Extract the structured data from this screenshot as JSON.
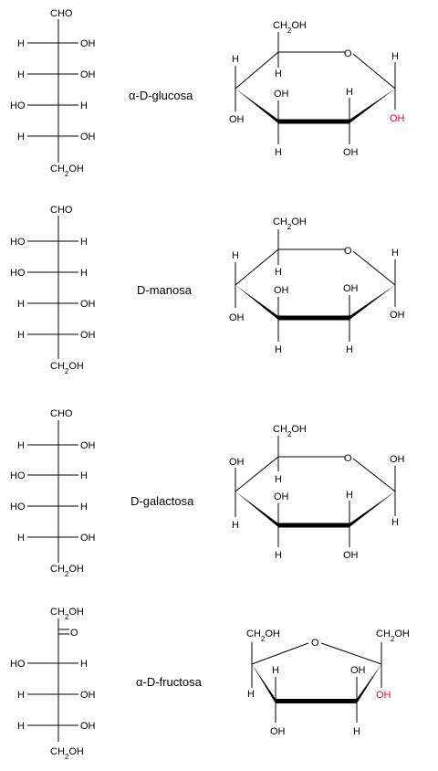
{
  "colors": {
    "ink": "#000000",
    "highlight": "#c8102e",
    "background": "#ffffff"
  },
  "sugars": [
    {
      "name": "α-D-glucosa",
      "fischer": {
        "top": "CHO",
        "rows": [
          [
            "H",
            "OH"
          ],
          [
            "H",
            "OH"
          ],
          [
            "HO",
            "H"
          ],
          [
            "H",
            "OH"
          ]
        ],
        "bottom": "CH2OH"
      },
      "ring": {
        "ring_oxygen": "O",
        "c6_group": "CH2OH",
        "c5_sub": "H",
        "c4_up": "H",
        "c4_down": "OH",
        "c3_up": "OH",
        "c3_down": "H",
        "c2_up": "H",
        "c2_down": "OH",
        "c1_up": "H",
        "c1_down": "OH",
        "c1_down_highlight": true
      }
    },
    {
      "name": "D-manosa",
      "fischer": {
        "top": "CHO",
        "rows": [
          [
            "HO",
            "H"
          ],
          [
            "HO",
            "H"
          ],
          [
            "H",
            "OH"
          ],
          [
            "H",
            "OH"
          ]
        ],
        "bottom": "CH2OH"
      },
      "ring": {
        "ring_oxygen": "O",
        "c6_group": "CH2OH",
        "c5_sub": "H",
        "c4_up": "H",
        "c4_down": "OH",
        "c3_up": "OH",
        "c3_down": "H",
        "c2_up": "OH",
        "c2_down": "H",
        "c1_up": "H",
        "c1_down": "OH",
        "c1_down_highlight": false
      }
    },
    {
      "name": "D-galactosa",
      "fischer": {
        "top": "CHO",
        "rows": [
          [
            "H",
            "OH"
          ],
          [
            "HO",
            "H"
          ],
          [
            "HO",
            "H"
          ],
          [
            "H",
            "OH"
          ]
        ],
        "bottom": "CH2OH"
      },
      "ring": {
        "ring_oxygen": "O",
        "c6_group": "CH2OH",
        "c5_sub": "H",
        "c4_up": "OH",
        "c4_down": "H",
        "c3_up": "OH",
        "c3_down": "H",
        "c2_up": "H",
        "c2_down": "OH",
        "c1_up": "OH",
        "c1_down": "H",
        "c1_down_highlight": false
      }
    },
    {
      "name": "α-D-fructosa",
      "fischer": {
        "top": "CH2OH",
        "carbonyl": "O",
        "rows": [
          [
            "HO",
            "H"
          ],
          [
            "H",
            "OH"
          ],
          [
            "H",
            "OH"
          ]
        ],
        "bottom": "CH2OH"
      },
      "furanose": {
        "ring_oxygen": "O",
        "c6_group": "CH2OH",
        "c5_sub": "H",
        "c4_up": "H",
        "c4_down": "OH",
        "c3_up": "OH",
        "c3_down": "H",
        "c2_up": "CH2OH",
        "c2_down": "OH",
        "c2_down_highlight": true
      }
    }
  ]
}
